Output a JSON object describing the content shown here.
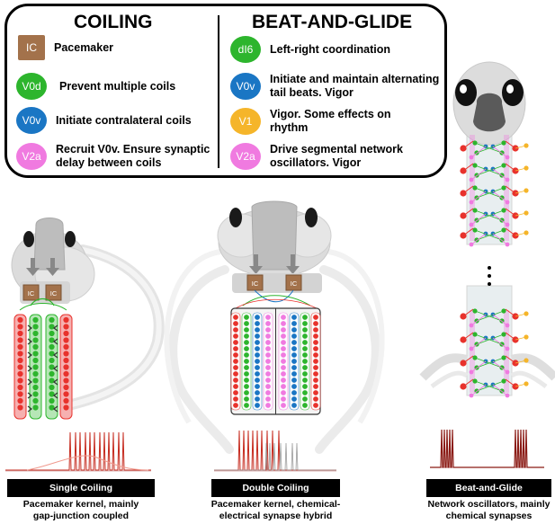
{
  "legend": {
    "coiling_title": "COILING",
    "beat_title": "BEAT-AND-GLIDE",
    "coiling_items": [
      {
        "badge": "IC",
        "color": "#a3724b",
        "text": "Pacemaker"
      },
      {
        "badge": "V0d",
        "color": "#2db52d",
        "text": "Prevent multiple coils"
      },
      {
        "badge": "V0v",
        "color": "#1a76c4",
        "text": "Initiate contralateral coils"
      },
      {
        "badge": "V2a",
        "color": "#f07ae0",
        "text": "Recruit V0v. Ensure synaptic delay between coils"
      }
    ],
    "beat_items": [
      {
        "badge": "dI6",
        "color": "#2db52d",
        "text": "Left-right coordination"
      },
      {
        "badge": "V0v",
        "color": "#1a76c4",
        "text": "Initiate and maintain alternating tail beats. Vigor"
      },
      {
        "badge": "V1",
        "color": "#f5b52a",
        "text": "Vigor. Some effects on rhythm"
      },
      {
        "badge": "V2a",
        "color": "#f07ae0",
        "text": "Drive segmental network oscillators. Vigor"
      }
    ]
  },
  "panels": [
    {
      "label": "Single Coiling",
      "desc_line1": "Pacemaker kernel, mainly",
      "desc_line2": "gap-junction coupled"
    },
    {
      "label": "Double Coiling",
      "desc_line1": "Pacemaker kernel, chemical-",
      "desc_line2": "electrical synapse hybrid"
    },
    {
      "label": "Beat-and-Glide",
      "desc_line1": "Network oscillators, mainly",
      "desc_line2": "chemical synapses"
    }
  ],
  "ic_label": "IC",
  "colors": {
    "red": "#e8322c",
    "green": "#2db52d",
    "blue": "#1a76c4",
    "pink": "#f07ae0",
    "yellow": "#f5b52a",
    "brown": "#a3724b"
  }
}
